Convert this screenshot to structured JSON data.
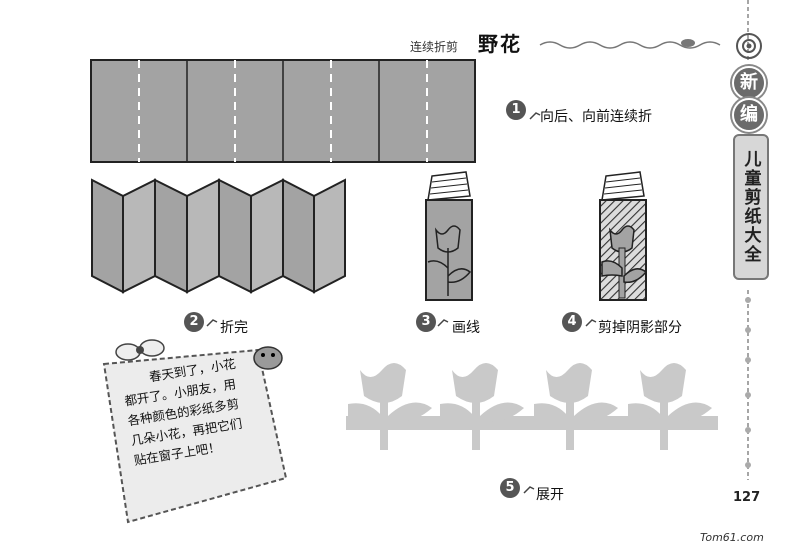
{
  "header": {
    "subtitle": "连续折剪",
    "title": "野花"
  },
  "steps": [
    {
      "number": "1",
      "label": "向后、向前连续折"
    },
    {
      "number": "2",
      "label": "折完"
    },
    {
      "number": "3",
      "label": "画线"
    },
    {
      "number": "4",
      "label": "剪掉阴影部分"
    },
    {
      "number": "5",
      "label": "展开"
    }
  ],
  "sidebar": {
    "badge_1": "新",
    "badge_2": "编",
    "vertical_title": "儿童剪纸大全"
  },
  "note": {
    "lines": [
      "春天到了，小花",
      "都开了。小朋友，用",
      "各种颜色的彩纸多剪",
      "几朵小花，再把它们",
      "贴在窗子上吧！"
    ]
  },
  "page_number": "127",
  "watermark": "Tom61.com",
  "colors": {
    "paper": "#a3a3a3",
    "flower": "#c9c9c9",
    "hatch": "#333333",
    "accent": "#555555"
  },
  "icons": [
    "bow-icon",
    "hippo-icon",
    "music-note-icon",
    "target-icon",
    "clip-icon",
    "flower-icon"
  ]
}
